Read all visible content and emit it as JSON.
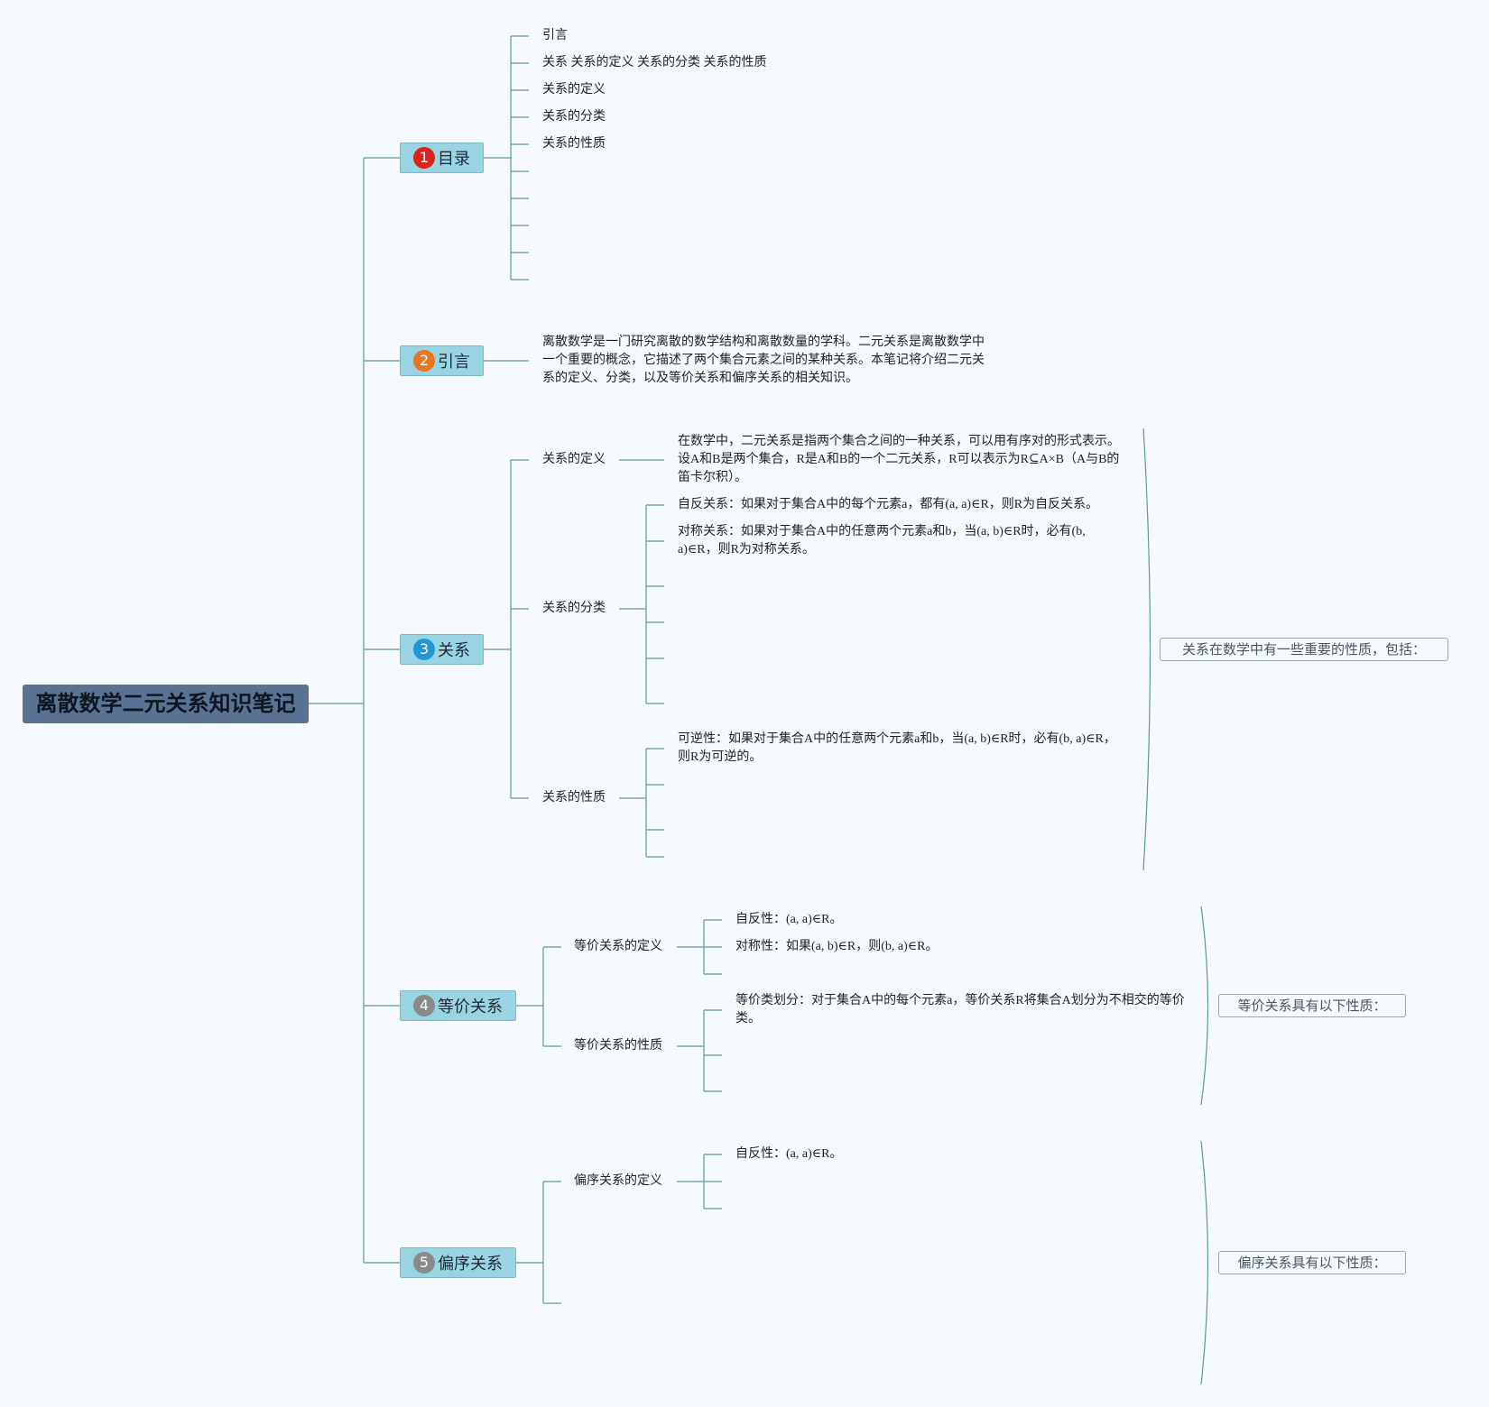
{
  "root": {
    "title": "离散数学二元关系知识笔记"
  },
  "topics": [
    {
      "num": "1",
      "label": "目录",
      "badge_color": "#d9231b"
    },
    {
      "num": "2",
      "label": "引言",
      "badge_color": "#e8751f"
    },
    {
      "num": "3",
      "label": "关系",
      "badge_color": "#2196d6"
    },
    {
      "num": "4",
      "label": "等价关系",
      "badge_color": "#8a8a8a"
    },
    {
      "num": "5",
      "label": "偏序关系",
      "badge_color": "#8a8a8a"
    }
  ],
  "toc": {
    "items": [
      "引言",
      "关系 关系的定义 关系的分类 关系的性质",
      "关系的定义",
      "关系的分类",
      "关系的性质"
    ]
  },
  "intro": {
    "text": "离散数学是一门研究离散的数学结构和离散数量的学科。二元关系是离散数学中一个重要的概念，它描述了两个集合元素之间的某种关系。本笔记将介绍二元关系的定义、分类，以及等价关系和偏序关系的相关知识。"
  },
  "relation": {
    "definition_label": "关系的定义",
    "definition_text": "在数学中，二元关系是指两个集合之间的一种关系，可以用有序对的形式表示。设A和B是两个集合，R是A和B的一个二元关系，R可以表示为R⊆A×B（A与B的笛卡尔积）。",
    "classification_label": "关系的分类",
    "classification_items": [
      "自反关系：如果对于集合A中的每个元素a，都有(a, a)∈R，则R为自反关系。",
      "对称关系：如果对于集合A中的任意两个元素a和b，当(a, b)∈R时，必有(b, a)∈R，则R为对称关系。"
    ],
    "property_label": "关系的性质",
    "property_items": [
      "可逆性：如果对于集合A中的任意两个元素a和b，当(a, b)∈R时，必有(b, a)∈R，则R为可逆的。"
    ],
    "callout": "关系在数学中有一些重要的性质，包括："
  },
  "equivalence": {
    "definition_label": "等价关系的定义",
    "definition_items": [
      "自反性：(a, a)∈R。",
      "对称性：如果(a, b)∈R，则(b, a)∈R。"
    ],
    "property_label": "等价关系的性质",
    "property_items": [
      "等价类划分：对于集合A中的每个元素a，等价关系R将集合A划分为不相交的等价类。"
    ],
    "callout": "等价关系具有以下性质："
  },
  "partial_order": {
    "definition_label": "偏序关系的定义",
    "definition_items": [
      "自反性：(a, a)∈R。"
    ],
    "callout": "偏序关系具有以下性质："
  },
  "colors": {
    "line": "#5d9a96",
    "topic_fill": "#99d4e3",
    "root_fill": "#5a7393"
  }
}
